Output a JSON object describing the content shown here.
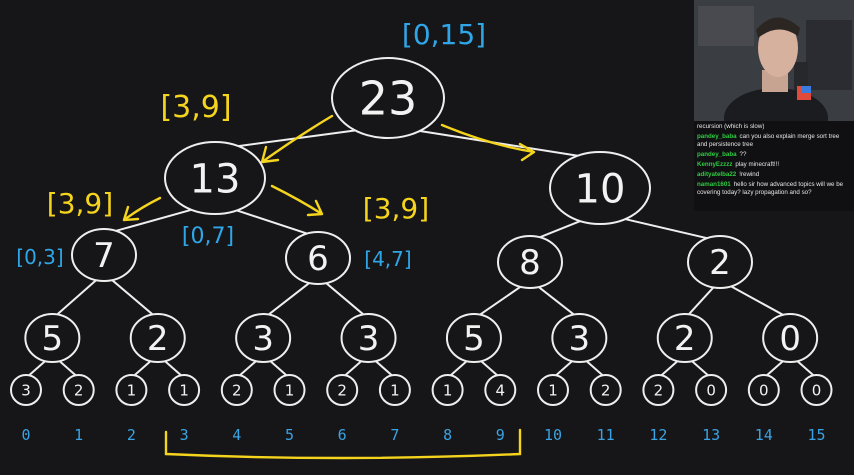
{
  "tree": {
    "levels": [
      [
        "23"
      ],
      [
        "13",
        "10"
      ],
      [
        "7",
        "6",
        "8",
        "2"
      ],
      [
        "5",
        "2",
        "3",
        "3",
        "5",
        "3",
        "2",
        "0"
      ],
      [
        "3",
        "2",
        "1",
        "1",
        "2",
        "1",
        "2",
        "1",
        "1",
        "4",
        "1",
        "2",
        "2",
        "0",
        "0",
        "0"
      ]
    ],
    "indices": [
      "0",
      "1",
      "2",
      "3",
      "4",
      "5",
      "6",
      "7",
      "8",
      "9",
      "10",
      "11",
      "12",
      "13",
      "14",
      "15"
    ]
  },
  "annotations": {
    "root_range": "[0,15]",
    "range_3_9_a": "[3,9]",
    "range_0_7": "[0,7]",
    "range_3_9_b": "[3,9]",
    "range_0_3": "[0,3]",
    "range_3_9_c": "[3,9]",
    "range_4_7": "[4,7]"
  },
  "colors": {
    "background": "#161618",
    "chalk": "#f2f2f2",
    "highlight": "#f5d41e",
    "range_blue": "#2fa6e8"
  },
  "chat": {
    "messages": [
      {
        "user": "",
        "text": "recursion (which is slow)"
      },
      {
        "user": "pandey_baba",
        "text": "can you also explain merge sort tree and persistence tree"
      },
      {
        "user": "pandey_baba",
        "text": "??"
      },
      {
        "user": "KennyEzzzz",
        "text": "play minecraft!!!"
      },
      {
        "user": "adityatelba22",
        "text": "!rewind"
      },
      {
        "user": "naman1601",
        "text": "hello sir how advanced topics will we be covering today? lazy propagation and so?"
      }
    ]
  }
}
